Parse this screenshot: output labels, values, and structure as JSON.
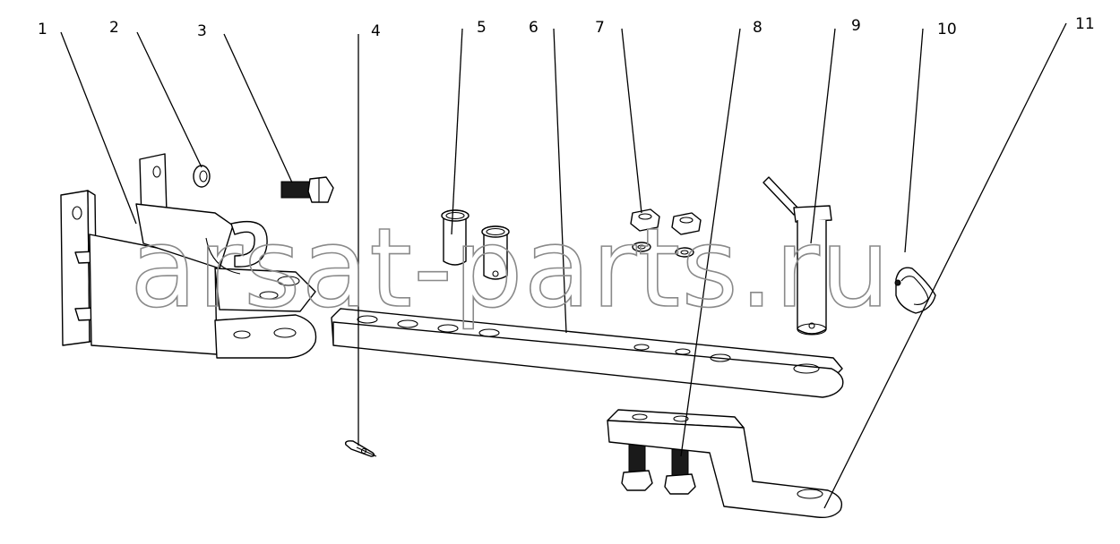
{
  "diagram": {
    "callouts": [
      {
        "label": "1"
      },
      {
        "label": "2"
      },
      {
        "label": "3"
      },
      {
        "label": "4"
      },
      {
        "label": "5"
      },
      {
        "label": "6"
      },
      {
        "label": "7"
      },
      {
        "label": "8"
      },
      {
        "label": "9"
      },
      {
        "label": "10"
      },
      {
        "label": "11"
      }
    ],
    "watermark": "arsat-parts.ru"
  }
}
